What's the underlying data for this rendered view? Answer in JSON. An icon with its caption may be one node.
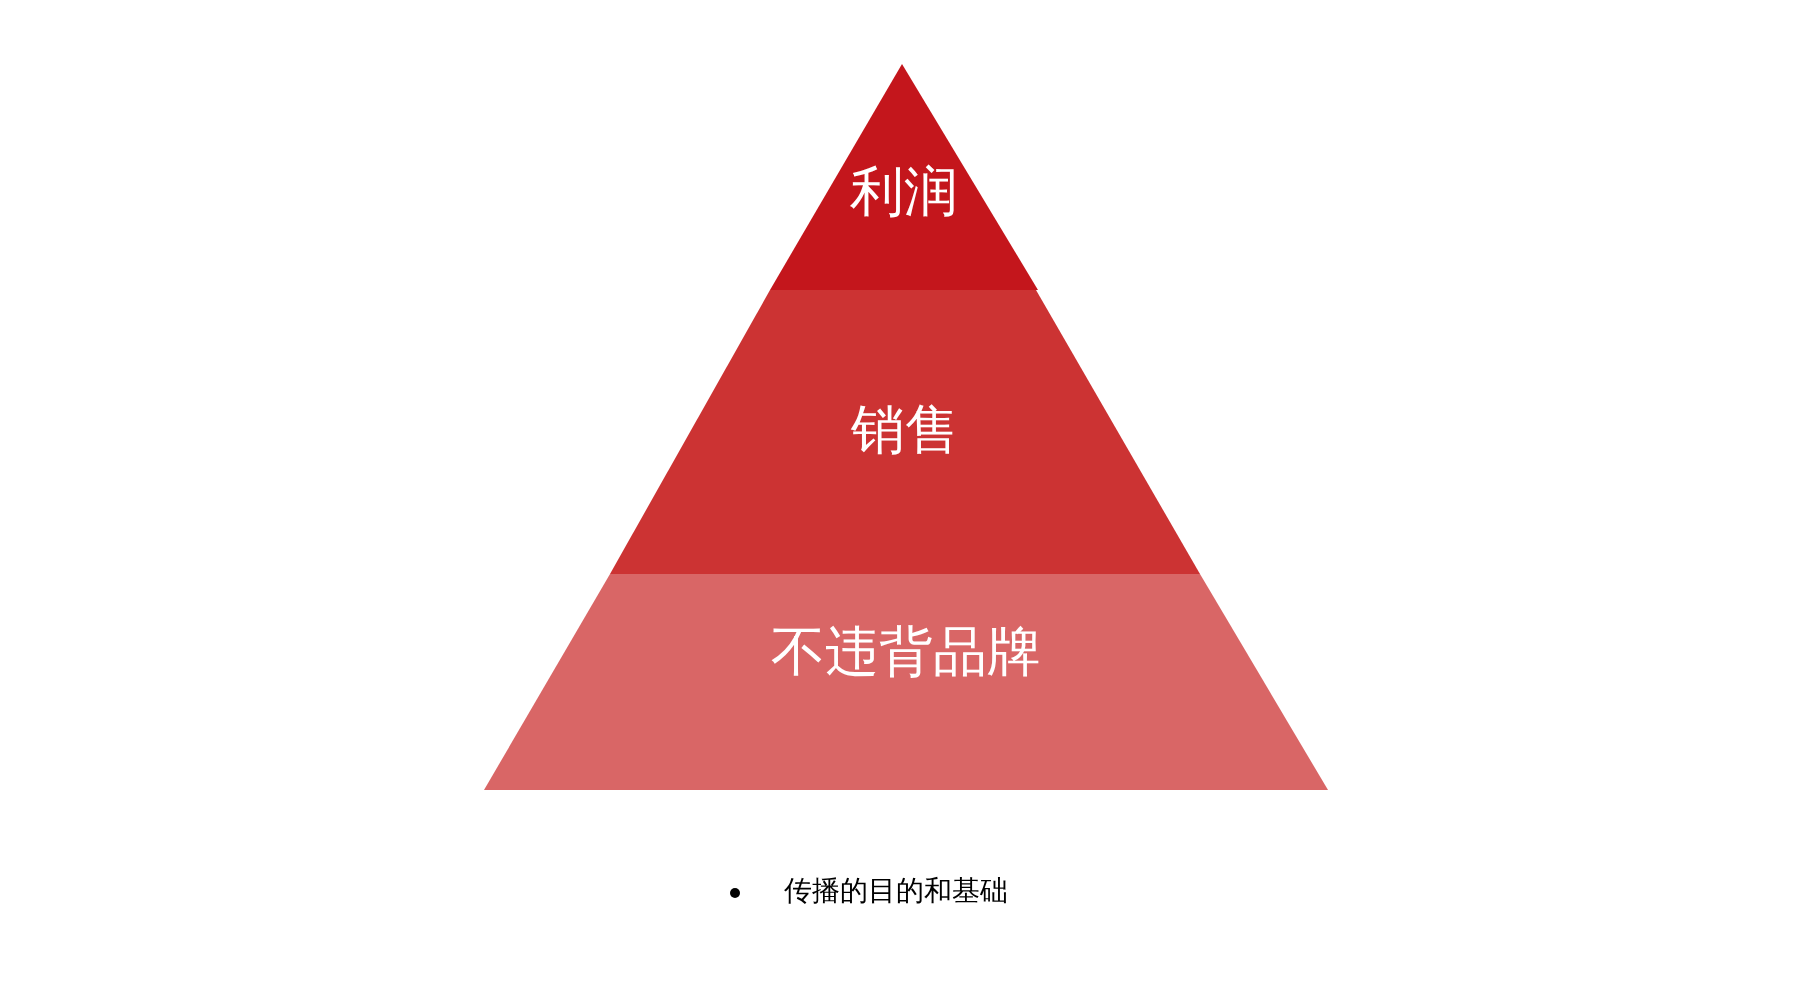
{
  "diagram": {
    "nodes": [
      {
        "text": [
          "利润"
        ]
      },
      {
        "text": [
          "销售"
        ]
      },
      {
        "text": [
          "不违背品牌"
        ]
      }
    ],
    "labels": [
      "传播的目的和基础"
    ]
  }
}
